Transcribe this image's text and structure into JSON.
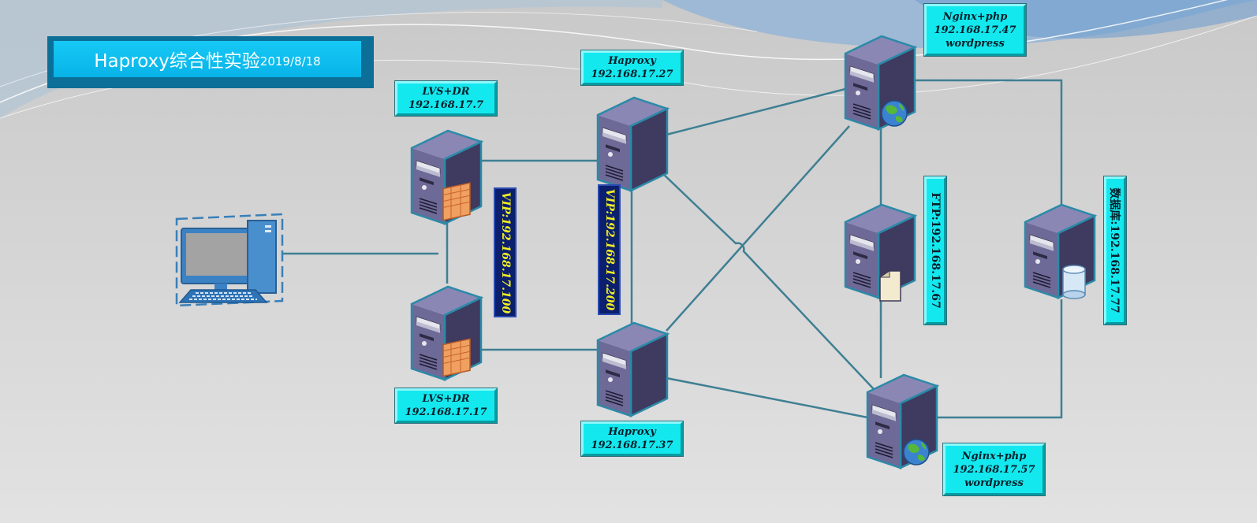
{
  "title": {
    "main": "Haproxy综合性实验",
    "date": "2019/8/18"
  },
  "labels": {
    "lvs1": [
      "LVS+DR",
      "192.168.17.7"
    ],
    "lvs2": [
      "LVS+DR",
      "192.168.17.17"
    ],
    "haproxy1": [
      "Haproxy",
      "192.168.17.27"
    ],
    "haproxy2": [
      "Haproxy",
      "192.168.17.37"
    ],
    "web1": [
      "Nginx+php",
      "192.168.17.47",
      "wordpress"
    ],
    "web2": [
      "Nginx+php",
      "192.168.17.57",
      "wordpress"
    ]
  },
  "vertical_labels": {
    "vip1": "VIP:192.168.17.100",
    "vip2": "VIP:192.168.17.200",
    "ftp": "FTP:192.168.17.67",
    "db": "数据库:192.168.17.77"
  },
  "colors": {
    "label_fill": "#14e8ef",
    "title_fill": "#08b3e8",
    "vip_fill": "#0b1f6e",
    "vip_text": "#f2ef22",
    "link": "#3f7f93",
    "server_body": "#4d4872"
  },
  "icons": {
    "client": "desktop-computer-icon",
    "lvs": "firewall-server-icon",
    "haproxy": "server-icon",
    "web": "web-server-icon",
    "ftp": "file-server-icon",
    "db": "database-server-icon"
  }
}
